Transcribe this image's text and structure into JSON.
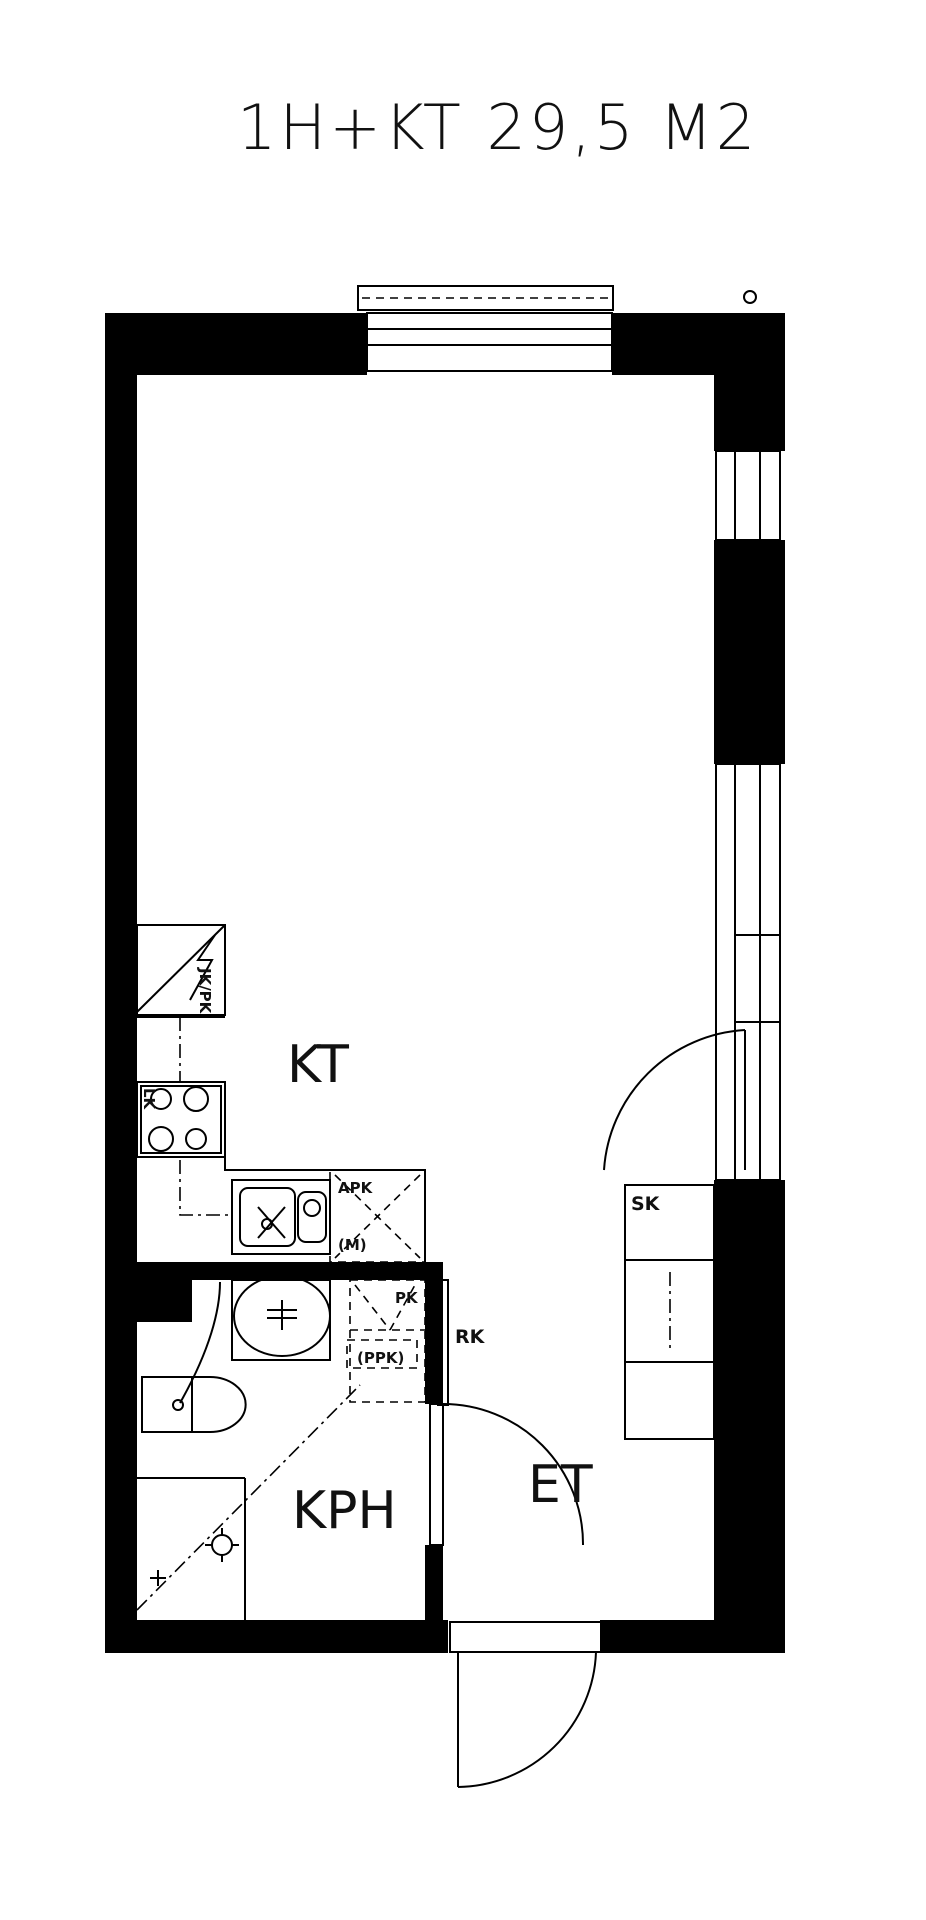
{
  "title": "1H+KT 29,5 M2",
  "rooms": {
    "kitchen": "KT",
    "bathroom": "KPH",
    "entry": "ET"
  },
  "fixtures": {
    "fridge": "JK/PK",
    "stove": "LK",
    "dishwasher": "APK",
    "washer_mark": "(M)",
    "laundry": "PK",
    "dryer": "(PPK)",
    "cleaning_closet": "RK",
    "wardrobe": "SK"
  }
}
